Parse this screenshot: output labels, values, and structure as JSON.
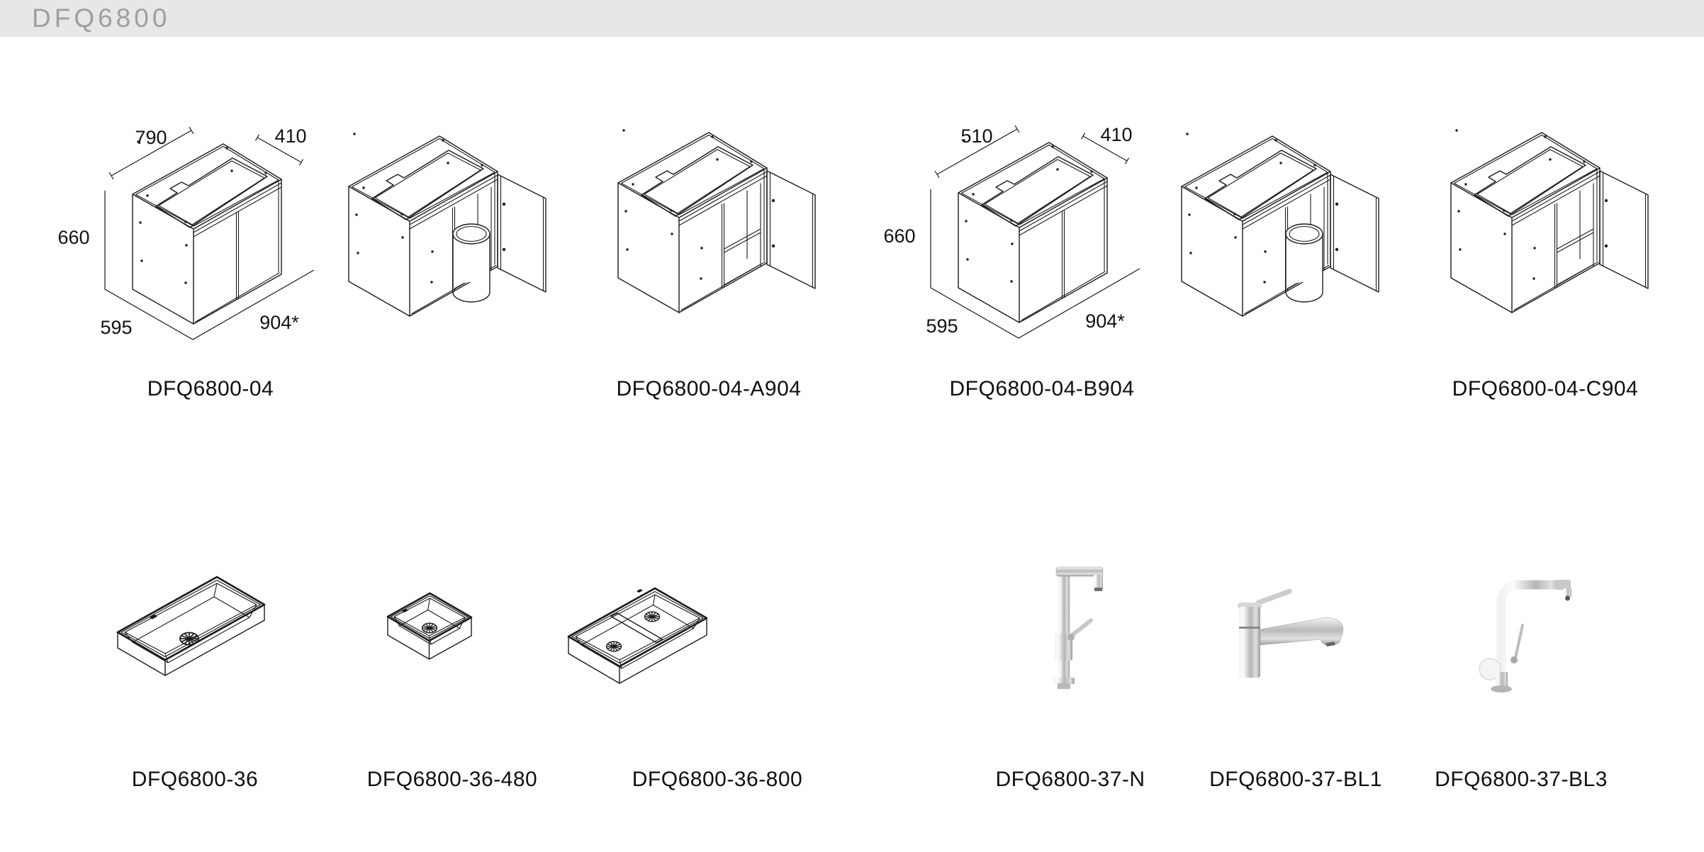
{
  "header": {
    "title": "DFQ6800"
  },
  "colors": {
    "header_bg": "#e7e7e7",
    "header_text": "#9f9f9f",
    "line_color": "#1b1b1b",
    "label_color": "#101010"
  },
  "row1": {
    "group1": {
      "dims": {
        "width": "790",
        "top_depth": "410",
        "height": "660",
        "depth": "595",
        "overall": "904*"
      },
      "code_left": "DFQ6800-04",
      "code_right": "DFQ6800-04-A904"
    },
    "group2": {
      "dims": {
        "width": "510",
        "top_depth": "410",
        "height": "660",
        "depth": "595",
        "overall": "904*"
      },
      "code_left": "DFQ6800-04-B904",
      "code_right": "DFQ6800-04-C904"
    }
  },
  "row2": {
    "sink_codes": [
      "DFQ6800-36",
      "DFQ6800-36-480",
      "DFQ6800-36-800"
    ],
    "faucet_codes": [
      "DFQ6800-37-N",
      "DFQ6800-37-BL1",
      "DFQ6800-37-BL3"
    ]
  }
}
